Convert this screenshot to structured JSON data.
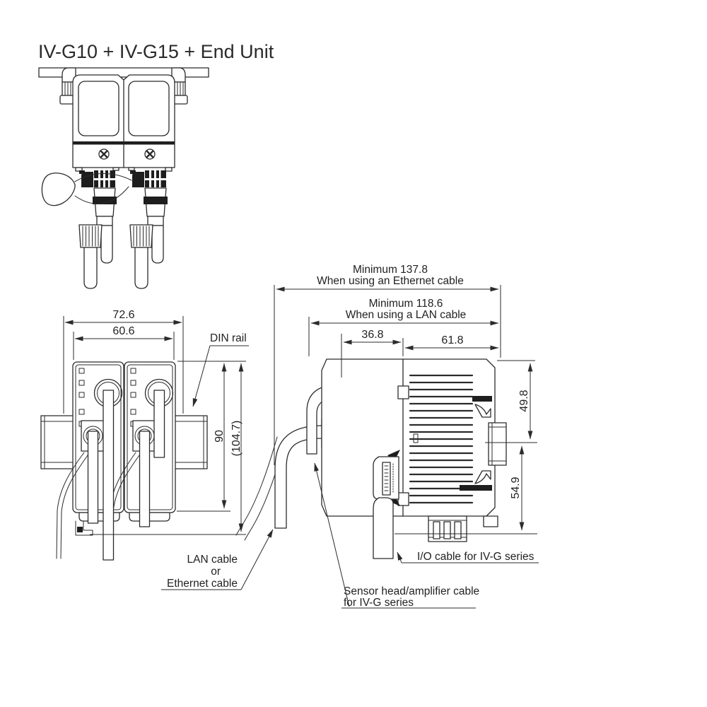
{
  "title": "IV-G10 + IV-G15 + End Unit",
  "colors": {
    "line": "#2b2b2b",
    "background": "#ffffff",
    "text": "#222222"
  },
  "front_view": {
    "dim_width_outer": "72.6",
    "dim_width_inner": "60.6",
    "dim_height": "90",
    "dim_height_total": "(104.7)",
    "din_rail_label": "DIN rail"
  },
  "side_view": {
    "dim_ethernet_line1": "Minimum 137.8",
    "dim_ethernet_line2": "When using an Ethernet cable",
    "dim_lan_line1": "Minimum 118.6",
    "dim_lan_line2": "When using a LAN cable",
    "dim_front_offset": "36.8",
    "dim_body_width": "61.8",
    "dim_upper_height": "49.8",
    "dim_lower_height": "54.9"
  },
  "callouts": {
    "lan_cable_line1": "LAN cable",
    "lan_cable_line2": "or",
    "lan_cable_line3": "Ethernet cable",
    "sensor_cable_line1": "Sensor head/amplifier cable",
    "sensor_cable_line2": "for IV-G series",
    "io_cable": "I/O cable for IV-G series"
  }
}
